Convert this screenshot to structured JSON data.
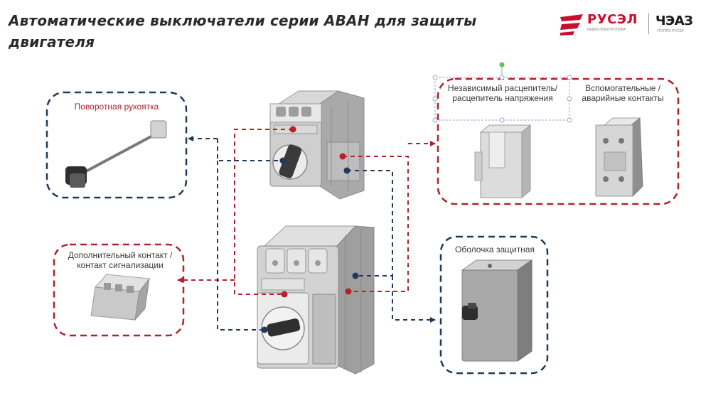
{
  "title": "Автоматические выключатели серии АВАН для защиты двигателя",
  "logos": {
    "rusel": {
      "name": "РУСЭЛ",
      "tagline": "РАДИОЭЛЕКТРОНИКА"
    },
    "cheaz": {
      "name": "ЧЭАЗ",
      "tagline": "ГРУППА РУСЭЛ"
    }
  },
  "labels": {
    "rotary_handle": "Поворотная рукоятка",
    "shunt_release": "Независимый расцепитель/ расцепитель напряжения",
    "aux_contacts": "Вспомогательные / аварийные контакты",
    "extra_contact": "Дополнительный контакт / контакт сигнализации",
    "enclosure": "Оболочка защитная"
  },
  "colors": {
    "red": "#b0232a",
    "navy": "#1f3a5a",
    "device_grey": "#9a9a9a",
    "selection": "#8fa9c9",
    "handle_green": "#6abf4b"
  }
}
